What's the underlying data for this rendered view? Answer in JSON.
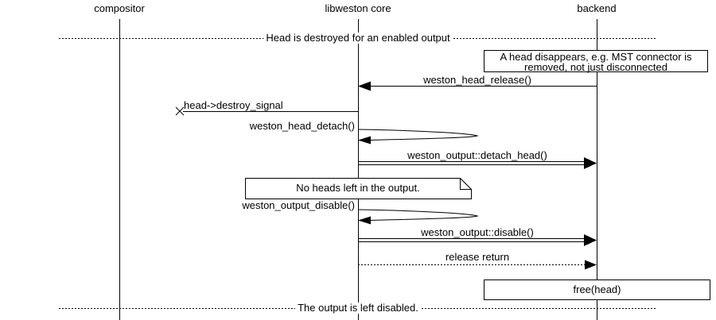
{
  "colors": {
    "foreground": "#000000",
    "background": "#ffffff"
  },
  "participants": [
    {
      "label": "compositor"
    },
    {
      "label": "libweston core"
    },
    {
      "label": "backend"
    }
  ],
  "dividers": [
    {
      "label": "Head is destroyed for an enabled output"
    },
    {
      "label": "The output is left disabled."
    }
  ],
  "notes": {
    "head_disappears": {
      "line1": "A head disappears, e.g. MST connector is",
      "line2": "removed, not just disconnected"
    },
    "no_heads": {
      "text": "No heads left in the output."
    },
    "free_head": {
      "text": "free(head)"
    }
  },
  "messages": [
    {
      "label": "weston_head_release()",
      "from": "backend",
      "to": "libweston core",
      "style": "solid-call"
    },
    {
      "label": "head->destroy_signal",
      "from": "libweston core",
      "to": "compositor",
      "style": "lost-message"
    },
    {
      "label": "weston_head_detach()",
      "from": "libweston core",
      "to": "libweston core",
      "style": "self-call"
    },
    {
      "label": "weston_output::detach_head()",
      "from": "libweston core",
      "to": "backend",
      "style": "double-line-call"
    },
    {
      "label": "weston_output_disable()",
      "from": "libweston core",
      "to": "libweston core",
      "style": "self-call"
    },
    {
      "label": "weston_output::disable()",
      "from": "libweston core",
      "to": "backend",
      "style": "double-line-call"
    },
    {
      "label": "release return",
      "from": "libweston core",
      "to": "backend",
      "style": "dotted-return"
    }
  ]
}
